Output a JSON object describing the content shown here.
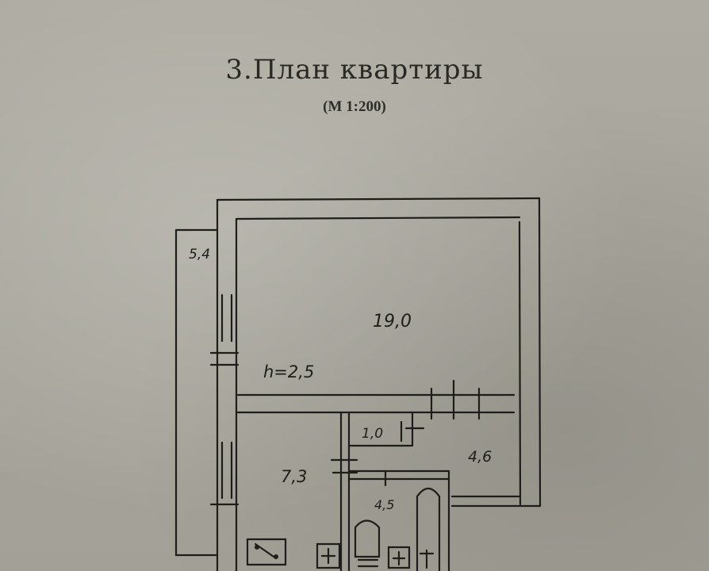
{
  "document": {
    "title": "3.План  квартиры",
    "scale": "(М  1:200)"
  },
  "plan_labels": {
    "balcony_area": "5,4",
    "room_area": "19,0",
    "ceiling_height": "h=2,5",
    "closet_area": "1,0",
    "hall_area": "4,6",
    "kitchen_area": "7,3",
    "bathroom_area": "4,5"
  },
  "colors": {
    "ink": "#1e1d1b",
    "paper": "#a9a79d"
  }
}
